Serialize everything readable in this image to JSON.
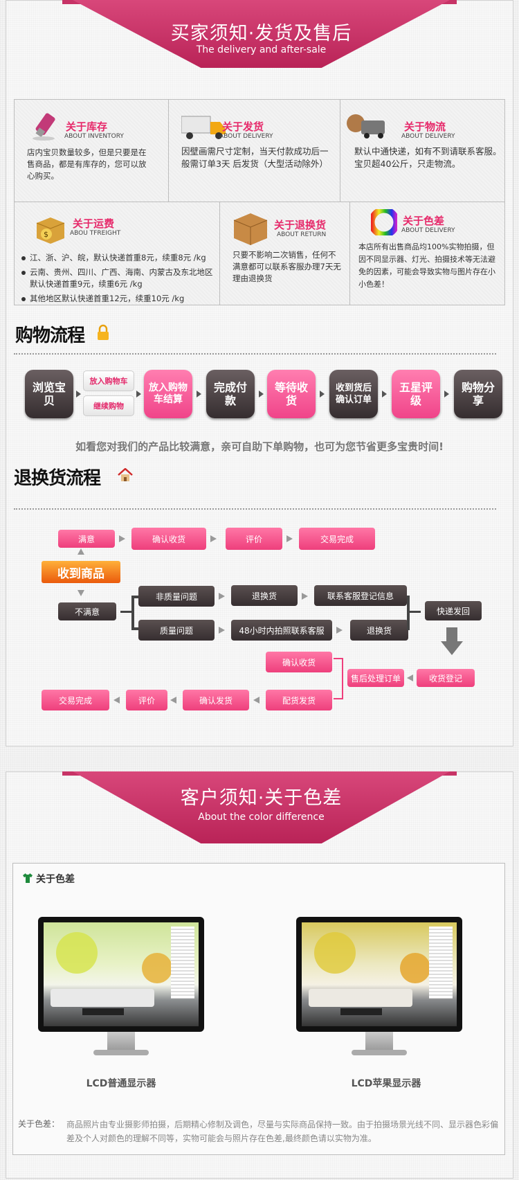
{
  "delivery": {
    "banner_title": "买家须知·发货及售后",
    "banner_sub": "The delivery and after-sale",
    "cards": {
      "stock": {
        "title": "关于库存",
        "en": "ABOUT INVENTORY",
        "body": "店内宝贝数量较多，但是只要是在售商品，都是有库存的，您可以放心购买。"
      },
      "shipping": {
        "title": "关于发货",
        "en": "ABOUT DELIVERY",
        "body": "因壁画需尺寸定制，当天付款成功后一般需订单3天 后发货（大型活动除外）"
      },
      "logistics": {
        "title": "关于物流",
        "en": "ABOUT DELIVERY",
        "body": "默认中通快递，如有不到请联系客服。宝贝超40公斤，只走物流。"
      },
      "freight": {
        "title": "关于运费",
        "en": "ABOU TFREIGHT",
        "items": [
          "江、浙、沪、皖，默认快递首重8元，续重8元 /kg",
          "云南、贵州、四川、广西、海南、内蒙古及东北地区默认快递首重9元，续重6元 /kg",
          "其他地区默认快递首重12元，续重10元 /kg"
        ]
      },
      "return": {
        "title": "关于退换货",
        "en": "ABOUT RETURN",
        "body": "只要不影响二次销售，任何不满意都可以联系客服办理7天无理由退换货"
      },
      "color": {
        "title": "关于色差",
        "en": "ABOUT DELIVERY",
        "body": "本店所有出售商品均100%实物拍摄，但因不同显示器、灯光、拍摄技术等无法避免的因素，可能会导致实物与图片存在小小色差！"
      }
    }
  },
  "shopping": {
    "title": "购物流程",
    "steps": [
      "浏览宝贝",
      "放入购物车结算",
      "完成付款",
      "等待收货",
      "收到货后确认订单",
      "五星评级",
      "购物分享"
    ],
    "side": [
      "放入购物车",
      "继续购物"
    ],
    "tip": "如看您对我们的产品比较满意，亲可自助下单购物，也可为您节省更多宝贵时间!"
  },
  "returns": {
    "title": "退换货流程",
    "satisfied": "满意",
    "confirm_receipt": "确认收货",
    "review": "评价",
    "done": "交易完成",
    "received": "收到商品",
    "unsatisfied": "不满意",
    "non_quality": "非质量问题",
    "quality": "质量问题",
    "exchange": "退换货",
    "contact_register": "联系客服登记信息",
    "photo_48h": "48小时内拍照联系客服",
    "express_back": "快递发回",
    "receipt_register": "收货登记",
    "after_sale_order": "售后处理订单",
    "confirm_receipt2": "确认收货",
    "dispatch": "配货发货",
    "confirm_ship": "确认发货",
    "review2": "评价",
    "done2": "交易完成"
  },
  "colordiff": {
    "banner_title": "客户须知·关于色差",
    "banner_sub": "About the color difference",
    "section_label": "关于色差",
    "monitor1": "LCD普通显示器",
    "monitor2": "LCD苹果显示器",
    "note_label": "关于色差：",
    "note_text": "商品照片由专业摄影师拍摄，后期精心修制及调色，尽量与实际商品保持一致。由于拍摄场景光线不同、显示器色彩偏差及个人对颜色的理解不同等，实物可能会与照片存在色差,最终颜色请以实物为准。"
  },
  "colors": {
    "brand_pink": "#e6296a",
    "banner": "#c02b5f",
    "dark_btn": "#3f3638"
  }
}
